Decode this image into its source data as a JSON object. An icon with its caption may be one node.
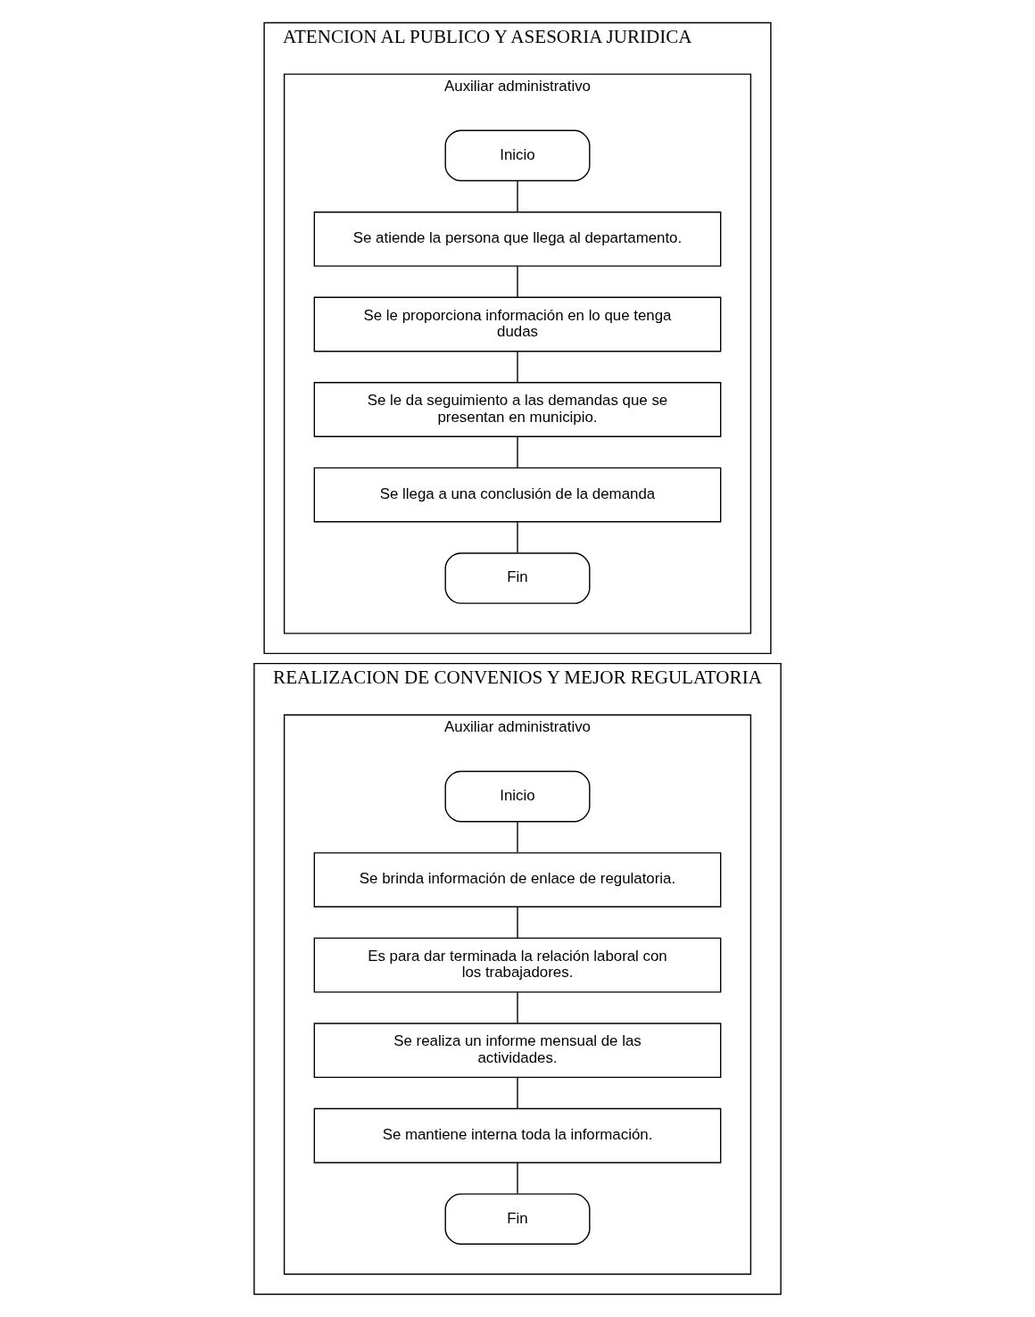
{
  "diagram": {
    "nodes": [
      {
        "text": [
          "ATENCION AL PUBLICO Y ASESORIA JURIDICA"
        ]
      },
      {
        "text": [
          "Auxiliar administrativo"
        ],
        "in": 0
      },
      {
        "text": [
          "Inicio"
        ],
        "in": 1
      },
      {
        "text": [
          "Se atiende la persona que llega al departamento."
        ],
        "in": 1
      },
      {
        "text": [
          "Se le proporciona información en lo que tenga dudas"
        ],
        "in": 1
      },
      {
        "text": [
          "Se le da seguimiento a las demandas que se presentan en municipio."
        ],
        "in": 1
      },
      {
        "text": [
          "Se llega a una conclusión de la demanda"
        ],
        "in": 1
      },
      {
        "text": [
          "Fin"
        ],
        "in": 1
      },
      {
        "text": [
          "REALIZACION DE CONVENIOS Y MEJOR REGULATORIA"
        ]
      },
      {
        "text": [
          "Auxiliar administrativo"
        ],
        "in": 8
      },
      {
        "text": [
          "Inicio"
        ],
        "in": 9
      },
      {
        "text": [
          "Se brinda información de enlace de regulatoria."
        ],
        "in": 9
      },
      {
        "text": [
          "Es para dar terminada la relación laboral con los trabajadores."
        ],
        "in": 9
      },
      {
        "text": [
          "Se realiza un informe mensual de las actividades."
        ],
        "in": 9
      },
      {
        "text": [
          "Se mantiene interna toda la información."
        ],
        "in": 9
      },
      {
        "text": [
          "Fin"
        ],
        "in": 9
      }
    ],
    "edges": [
      {
        "from": 2,
        "to": 3,
        "arrow": "none"
      },
      {
        "from": 3,
        "to": 4,
        "arrow": "none"
      },
      {
        "from": 4,
        "to": 5,
        "arrow": "none"
      },
      {
        "from": 5,
        "to": 6,
        "arrow": "none"
      },
      {
        "from": 6,
        "to": 7,
        "arrow": "none"
      },
      {
        "from": 10,
        "to": 11,
        "arrow": "none"
      },
      {
        "from": 11,
        "to": 12,
        "arrow": "none"
      },
      {
        "from": 12,
        "to": 13,
        "arrow": "none"
      },
      {
        "from": 13,
        "to": 14,
        "arrow": "none"
      },
      {
        "from": 14,
        "to": 15,
        "arrow": "none"
      }
    ]
  }
}
